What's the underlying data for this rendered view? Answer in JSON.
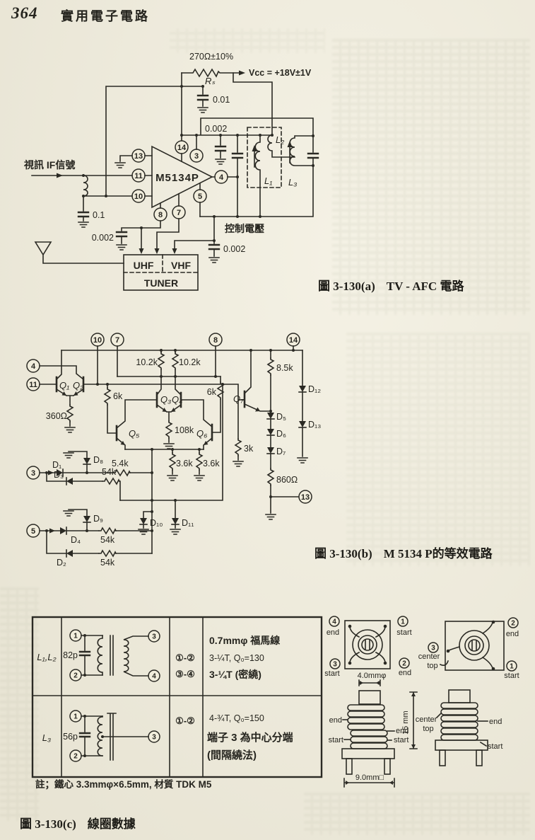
{
  "page": {
    "number": "364",
    "title": "實用電子電路"
  },
  "figure_a": {
    "caption_prefix": "圖 3-130(a)",
    "caption": "TV - AFC 電路",
    "ic_label": "M5134P",
    "input_label": "視訊 IF信號",
    "control_voltage_label": "控制電壓",
    "vcc_label": "Vcc = +18V±1V",
    "r_value": "270Ω±10%",
    "r_name": "Rₛ",
    "c_001": "0.01",
    "c_0002_top": "0.002",
    "c_01": "0.1",
    "c_0002_left": "0.002",
    "c_0002_tuner": "0.002",
    "uhf": "UHF",
    "vhf": "VHF",
    "tuner": "TUNER",
    "l1": "L₁",
    "l2": "L₂",
    "l3": "L₃",
    "pins": {
      "p13": "13",
      "p11": "11",
      "p10": "10",
      "p14": "14",
      "p3": "3",
      "p4": "4",
      "p5": "5",
      "p7": "7",
      "p8": "8"
    }
  },
  "figure_b": {
    "caption_prefix": "圖 3-130(b)",
    "caption": "M 5134 P的等效電路",
    "pins": {
      "p4": "4",
      "p11": "11",
      "p10": "10",
      "p7": "7",
      "p8": "8",
      "p14": "14",
      "p3": "3",
      "p5": "5",
      "p13": "13"
    },
    "q": {
      "q1": "Q₁",
      "q2": "Q₂",
      "q3": "Q₃",
      "q4": "Q₄",
      "q5": "Q₅",
      "q6": "Q₆",
      "q7": "Q₇"
    },
    "r": {
      "r360": "360Ω",
      "r102a": "10.2k",
      "r102b": "10.2k",
      "r6a": "6k",
      "r6b": "6k",
      "r108": "108k",
      "r36a": "3.6k",
      "r36b": "3.6k",
      "r3k": "3k",
      "r85": "8.5k",
      "r860": "860Ω",
      "r54": "5.4k",
      "r54a": "54k",
      "r54b": "54k",
      "r54c": "54k"
    },
    "d": {
      "d1": "D₁",
      "d2": "D₂",
      "d3": "D₃",
      "d4": "D₄",
      "d5": "D₅",
      "d6": "D₆",
      "d7": "D₇",
      "d8": "D₈",
      "d9": "D₉",
      "d10": "D₁₀",
      "d11": "D₁₁",
      "d12": "D₁₂",
      "d13": "D₁₃"
    }
  },
  "figure_c": {
    "caption_prefix": "圖 3-130(c)",
    "caption": "線圈數據",
    "note": "註；鐵心 3.3mmφ×6.5mm,  材質 TDK  M5",
    "table": {
      "row1": {
        "coil": "L₁,L₂",
        "cap": "82p",
        "pair1": "①-②",
        "pair2": "③-④",
        "spec1": "0.7mmφ  福馬線",
        "spec2": "3-¼T,  Q₀=130",
        "spec3": "3-¼T (密繞)",
        "terms": {
          "t1": "1",
          "t2": "2",
          "t3": "3",
          "t4": "4"
        }
      },
      "row2": {
        "coil": "L₃",
        "cap": "56p",
        "pair1": "①-②",
        "spec1": "4-¾T,  Q₀=150",
        "spec2": "端子 3 為中心分端",
        "spec3": "(間隔繞法)",
        "terms": {
          "t1": "1",
          "t2": "2",
          "t3": "3"
        }
      }
    },
    "winding": {
      "tl": {
        "t4": "4",
        "t4r": "end",
        "t1": "1",
        "t1r": "start",
        "t3": "3",
        "t3r": "start",
        "t2": "2",
        "t2r": "end",
        "dim": "4.0mmφ"
      },
      "tr": {
        "t3": "3",
        "t3r1": "center",
        "t3r2": "top",
        "t2": "2",
        "t2r": "end",
        "t1": "1",
        "t1r": "start"
      },
      "sl": {
        "end_l": "end",
        "start_l": "start",
        "end_r": "end",
        "start_r": "start",
        "h": "15 mm",
        "w": "9.0mm□"
      },
      "sr": {
        "c1": "center",
        "c2": "top",
        "end": "end",
        "start": "start"
      }
    }
  }
}
